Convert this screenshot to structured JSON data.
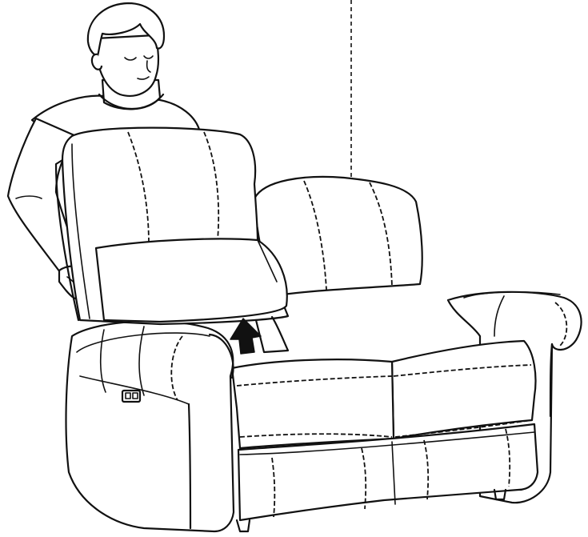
{
  "figure": {
    "subject": "recliner-loveseat-back-cushion-removal",
    "icons": [
      "person-figure",
      "loveseat-icon",
      "up-arrow-icon",
      "power-button-panel-icon",
      "guide-line"
    ]
  }
}
